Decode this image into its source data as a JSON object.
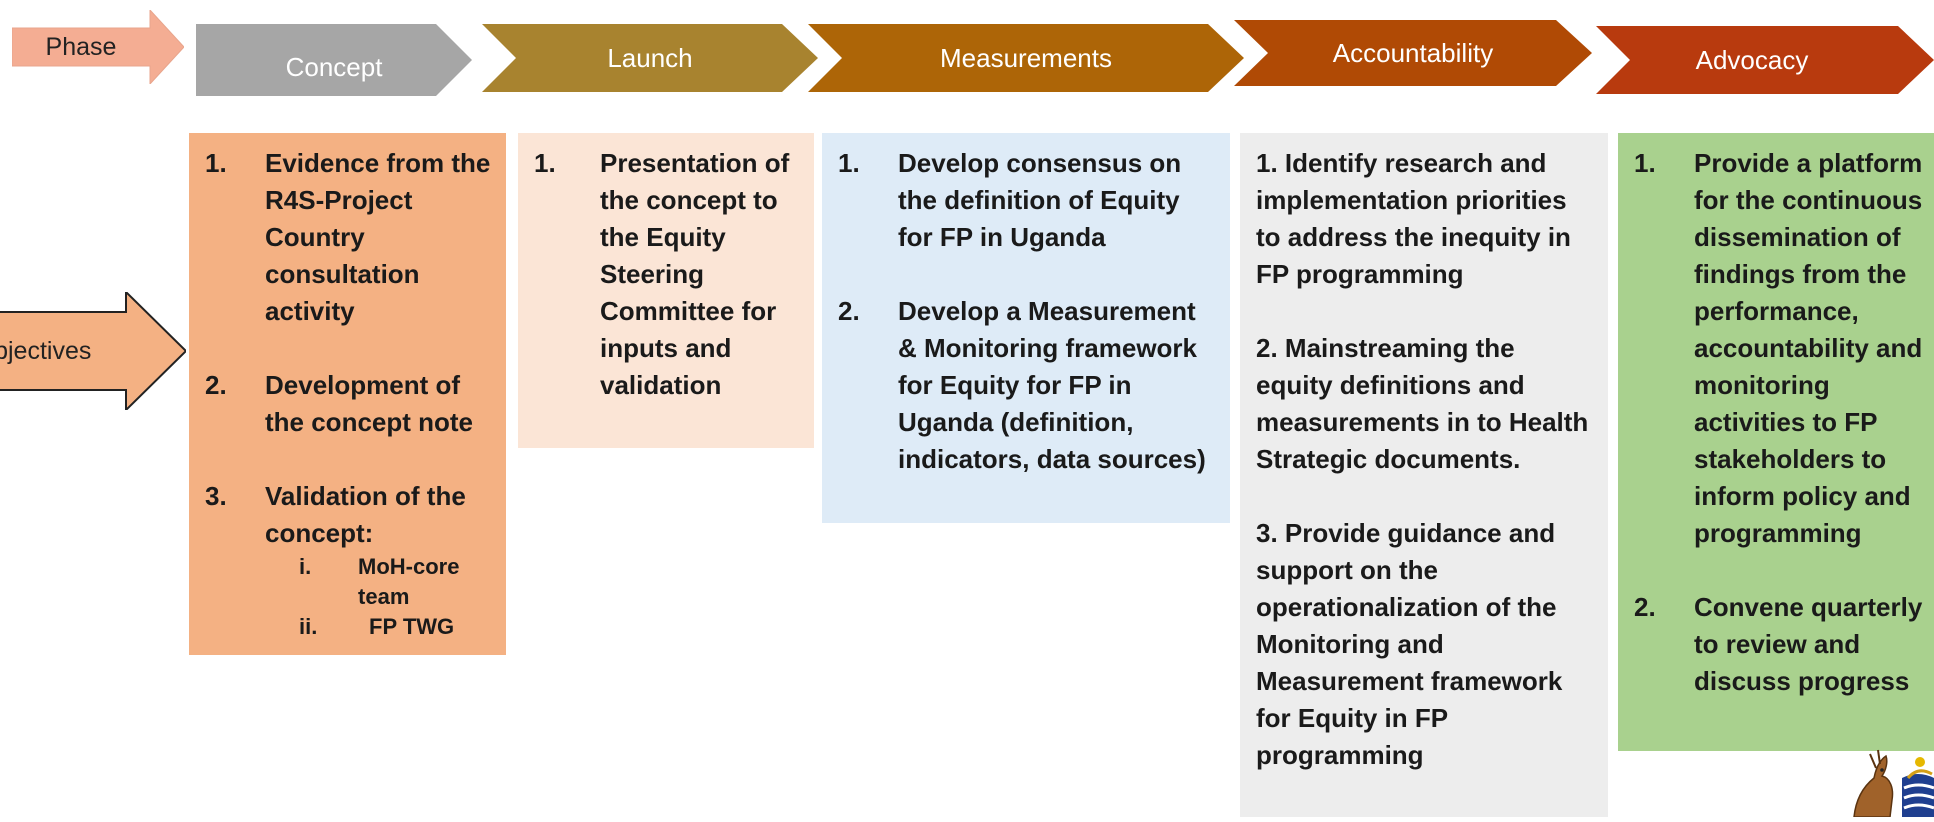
{
  "phase_label": "Phase",
  "objectives_label": "Objectives",
  "phases": [
    {
      "name": "Concept",
      "color": "#a6a6a6"
    },
    {
      "name": "Launch",
      "color": "#a8832f"
    },
    {
      "name": "Measurements",
      "color": "#ad6507"
    },
    {
      "name": "Accountability",
      "color": "#b04a05"
    },
    {
      "name": "Advocacy",
      "color": "#b83a0e"
    }
  ],
  "colors": {
    "phase_arrow": "#f4ad93",
    "objectives_arrow": "#f4b183",
    "concept_box": "#f4b183",
    "launch_box": "#fbe5d6",
    "measurements_box": "#deebf7",
    "accountability_box": "#ededed",
    "advocacy_box": "#a9d18e"
  },
  "concept": {
    "items": [
      {
        "num": "1.",
        "text": "Evidence from the R4S-Project Country consultation activity"
      },
      {
        "num": "2.",
        "text": "Development of the concept note"
      },
      {
        "num": "3.",
        "text": "Validation of the concept:"
      }
    ],
    "subitems": [
      {
        "num": "i.",
        "text": "MoH-core team"
      },
      {
        "num": "ii.",
        "text": "FP TWG"
      }
    ]
  },
  "launch": {
    "items": [
      {
        "num": "1.",
        "text": "Presentation of the concept to the Equity Steering Committee for inputs and validation"
      }
    ]
  },
  "measurements": {
    "items": [
      {
        "num": "1.",
        "text": "Develop consensus on the definition of Equity for FP in Uganda"
      },
      {
        "num": "2.",
        "text": "Develop a Measurement & Monitoring framework for Equity for FP in Uganda (definition, indicators, data sources)"
      }
    ]
  },
  "accountability": {
    "paragraphs": [
      "1. Identify  research and implementation priorities to address the inequity in FP programming",
      "2. Mainstreaming the equity definitions and measurements  in to Health Strategic documents.",
      "3. Provide guidance and support on the operationalization  of the Monitoring and Measurement framework for Equity in FP programming"
    ]
  },
  "advocacy": {
    "items": [
      {
        "num": "1.",
        "text": "Provide a platform for the continuous dissemination of findings from the performance, accountability and monitoring activities to FP stakeholders to inform policy and programming"
      },
      {
        "num": "2.",
        "text": "Convene quarterly to review and discuss progress"
      }
    ]
  },
  "emblem": {
    "icon": "coat-of-arms-icon"
  }
}
